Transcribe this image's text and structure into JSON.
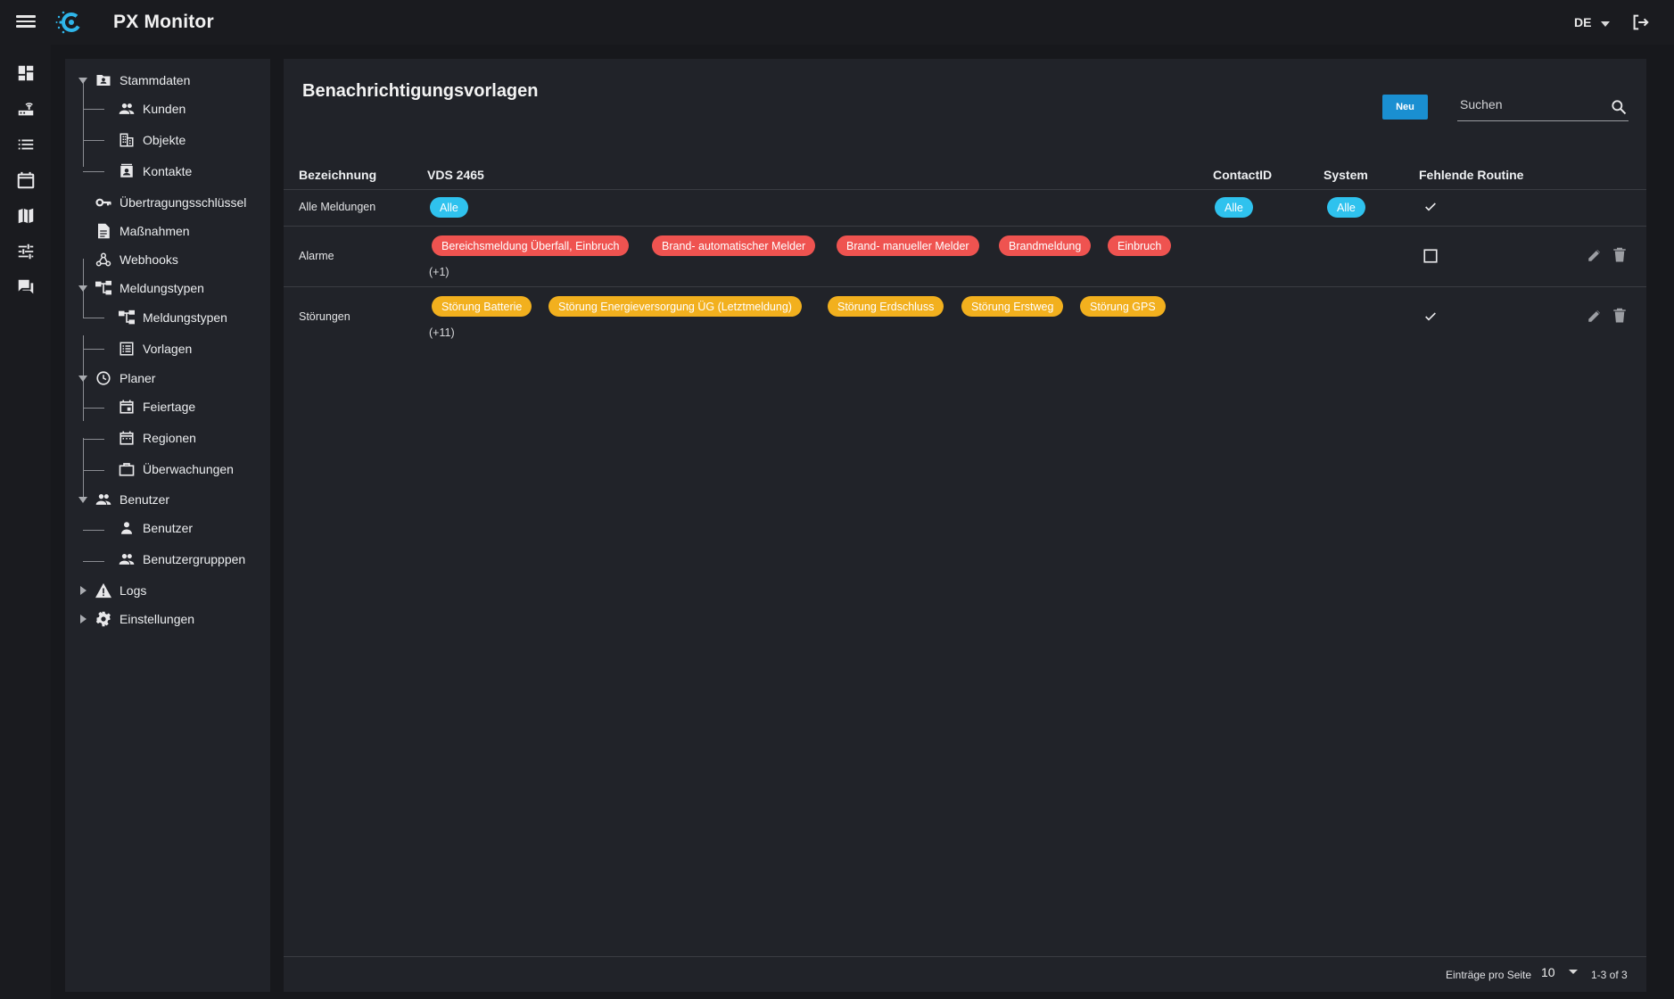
{
  "app": {
    "title": "PX Monitor",
    "language": "DE"
  },
  "colors": {
    "accent_blue": "#1a8fd1",
    "chip_blue": "#2fc2ee",
    "chip_red": "#ef5350",
    "chip_amber": "#f2b01e"
  },
  "rail": {
    "icons": [
      "dashboard-icon",
      "router-icon",
      "list-icon",
      "calendar-icon",
      "map-icon",
      "tune-icon",
      "forum-icon"
    ]
  },
  "tree": {
    "stammdaten": {
      "label": "Stammdaten",
      "children": [
        "Kunden",
        "Objekte",
        "Kontakte"
      ]
    },
    "uebertragungsschluessel": "Übertragungsschlüssel",
    "massnahmen": "Maßnahmen",
    "webhooks": "Webhooks",
    "meldungstypen": {
      "label": "Meldungstypen",
      "children": [
        "Meldungstypen",
        "Vorlagen"
      ]
    },
    "planer": {
      "label": "Planer",
      "children": [
        "Feiertage",
        "Regionen",
        "Überwachungen"
      ]
    },
    "benutzer": {
      "label": "Benutzer",
      "children": [
        "Benutzer",
        "Benutzergrupppen"
      ]
    },
    "logs": "Logs",
    "einstellungen": "Einstellungen"
  },
  "main": {
    "title": "Benachrichtigungsvorlagen",
    "new_label": "Neu",
    "search_placeholder": "Suchen",
    "columns": {
      "bezeichnung": "Bezeichnung",
      "vds": "VDS 2465",
      "contactid": "ContactID",
      "system": "System",
      "fehlende_routine": "Fehlende Routine"
    },
    "rows": [
      {
        "name": "Alle Meldungen",
        "vds": [
          "Alle"
        ],
        "contactid": "Alle",
        "system": "Alle",
        "routine": true
      },
      {
        "name": "Alarme",
        "vds": [
          "Bereichsmeldung Überfall, Einbruch",
          "Brand- automatischer Melder",
          "Brand- manueller Melder",
          "Brandmeldung",
          "Einbruch"
        ],
        "more": "(+1)",
        "routine": false
      },
      {
        "name": "Störungen",
        "vds": [
          "Störung Batterie",
          "Störung Energieversorgung ÜG (Letztmeldung)",
          "Störung Erdschluss",
          "Störung Erstweg",
          "Störung GPS"
        ],
        "more": "(+11)",
        "routine": true
      }
    ],
    "footer": {
      "per_page_label": "Einträge pro Seite",
      "per_page": "10",
      "range": "1-3 of 3"
    }
  }
}
